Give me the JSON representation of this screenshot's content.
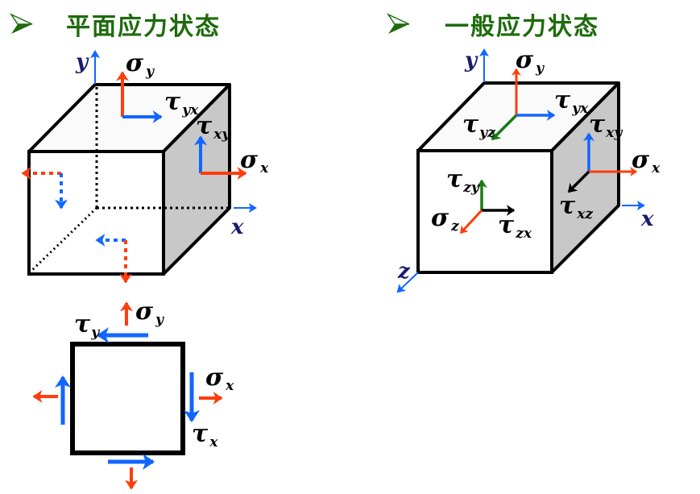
{
  "headings": {
    "plane": "平面应力状态",
    "general": "一般应力状态"
  },
  "icons": {
    "bullet": "arrowhead-bullet-icon"
  },
  "colors": {
    "heading": "#1e6b0e",
    "normal_stress": "#ff3d0d",
    "shear_stress": "#1166ff",
    "shear_z": "#1a7a14",
    "shear_black": "#000000",
    "axis_label": "#1a1a6e",
    "side_face": "#c8c8c8"
  },
  "plane_cube": {
    "axes": {
      "x": "x",
      "y": "y"
    },
    "labels": {
      "sigma_y": {
        "sym": "σ",
        "sub": "y"
      },
      "tau_yx": {
        "sym": "τ",
        "sub": "yx"
      },
      "tau_xy": {
        "sym": "τ",
        "sub": "xy"
      },
      "sigma_x": {
        "sym": "σ",
        "sub": "x"
      }
    }
  },
  "plane_square": {
    "labels": {
      "sigma_y": {
        "sym": "σ",
        "sub": "y"
      },
      "tau_y": {
        "sym": "τ",
        "sub": "y"
      },
      "sigma_x": {
        "sym": "σ",
        "sub": "x"
      },
      "tau_x": {
        "sym": "τ",
        "sub": "x"
      }
    }
  },
  "general_cube": {
    "axes": {
      "x": "x",
      "y": "y",
      "z": "z"
    },
    "labels": {
      "sigma_y": {
        "sym": "σ",
        "sub": "y"
      },
      "tau_yx": {
        "sym": "τ",
        "sub": "yx"
      },
      "tau_yz": {
        "sym": "τ",
        "sub": "yz"
      },
      "tau_xy": {
        "sym": "τ",
        "sub": "xy"
      },
      "sigma_x": {
        "sym": "σ",
        "sub": "x"
      },
      "tau_xz": {
        "sym": "τ",
        "sub": "xz"
      },
      "tau_zy": {
        "sym": "τ",
        "sub": "zy"
      },
      "sigma_z": {
        "sym": "σ",
        "sub": "z"
      },
      "tau_zx": {
        "sym": "τ",
        "sub": "zx"
      }
    }
  }
}
